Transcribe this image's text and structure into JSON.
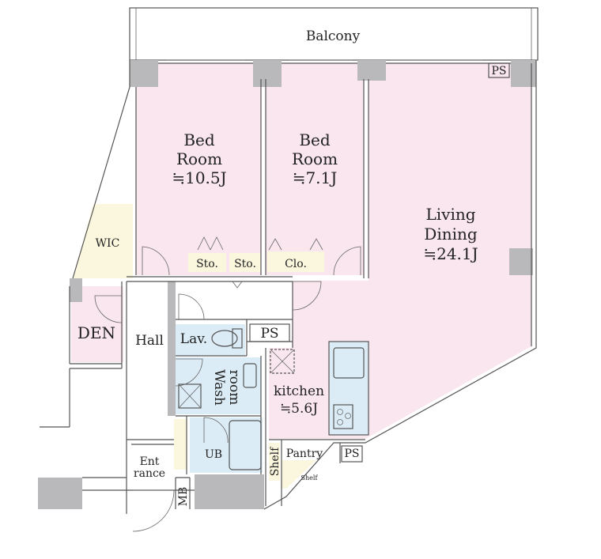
{
  "colors": {
    "bedroom": "#f9e6ee",
    "living": "#f9e6ee",
    "wic": "#fbf7de",
    "den": "#f9e6ee",
    "wet": "#dcecf6",
    "shelf": "#fbf7de",
    "wall": "#b9b9bb",
    "line": "#555555"
  },
  "rooms": {
    "balcony": "Balcony",
    "bedroom1": {
      "line1": "Bed",
      "line2": "Room",
      "line3": "≒10.5J"
    },
    "bedroom2": {
      "line1": "Bed",
      "line2": "Room",
      "line3": "≒7.1J"
    },
    "living": {
      "line1": "Living",
      "line2": "Dining",
      "line3": "≒24.1J"
    },
    "wic": "WIC",
    "den": "DEN",
    "hall": "Hall",
    "lav": "Lav.",
    "ps_top": "PS",
    "ps_mid": "PS",
    "ps_bottom": "PS",
    "wash": {
      "line1": "Wash",
      "line2": "room"
    },
    "kitchen": {
      "line1": "kitchen",
      "line2": "≒5.6J"
    },
    "ub": "UB",
    "shelf_v": "Shelf",
    "pantry": "Pantry",
    "shelf_small": "Shelf",
    "entrance": {
      "line1": "Ent",
      "line2": "rance"
    },
    "mb": "MB",
    "sto1": "Sto.",
    "sto2": "Sto.",
    "clo": "Clo."
  }
}
